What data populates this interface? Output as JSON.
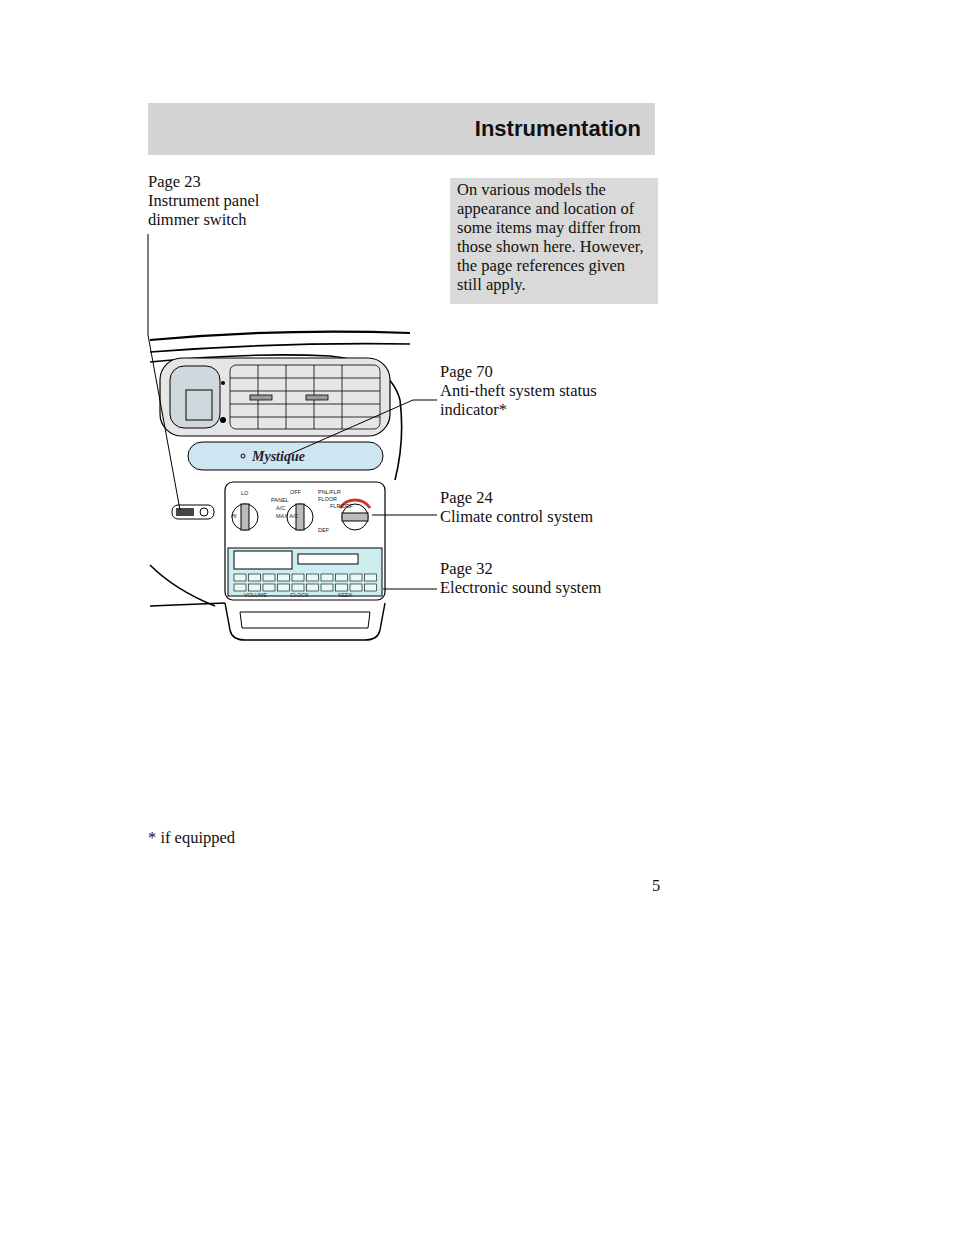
{
  "diagram": {
    "title": "Instrumentation",
    "nodes": [
      {
        "text": [
          "On various models the appearance and location of some items may differ from those shown here. However, the page references given still apply."
        ]
      }
    ],
    "labels": [
      "Page 23",
      "Instrument panel dimmer switch",
      "Page 70",
      "Anti-theft system status indicator*",
      "Page 24",
      "Climate control system",
      "Page 32",
      "Electronic sound system",
      "* if equipped",
      "5",
      "Mystique",
      "LO",
      "HI",
      "OFF",
      "PANEL",
      "A/C",
      "MAX A/C",
      "PNL/FLR",
      "FLOOR",
      "FLR/DEF",
      "DEF",
      "VOLUME",
      "CLOCK",
      "SEEK"
    ]
  }
}
